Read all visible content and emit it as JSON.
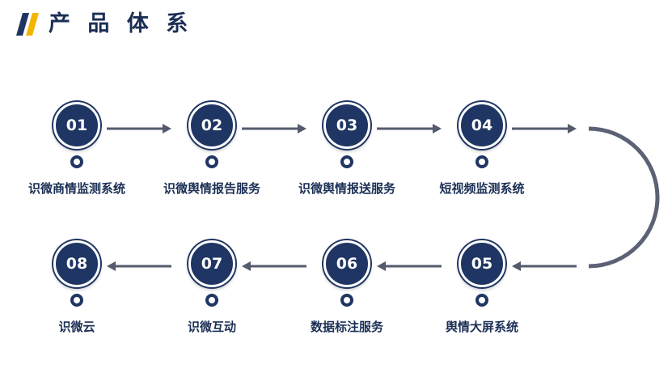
{
  "header": {
    "title": "产 品 体 系"
  },
  "colors": {
    "navy": "#1f3563",
    "accent": "#f2b500",
    "arrow": "#555b6e"
  },
  "steps": [
    {
      "number": "01",
      "label": "识微商情监测系统"
    },
    {
      "number": "02",
      "label": "识微舆情报告服务"
    },
    {
      "number": "03",
      "label": "识微舆情报送服务"
    },
    {
      "number": "04",
      "label": "短视频监测系统"
    },
    {
      "number": "05",
      "label": "舆情大屏系统"
    },
    {
      "number": "06",
      "label": "数据标注服务"
    },
    {
      "number": "07",
      "label": "识微互动"
    },
    {
      "number": "08",
      "label": "识微云"
    }
  ]
}
